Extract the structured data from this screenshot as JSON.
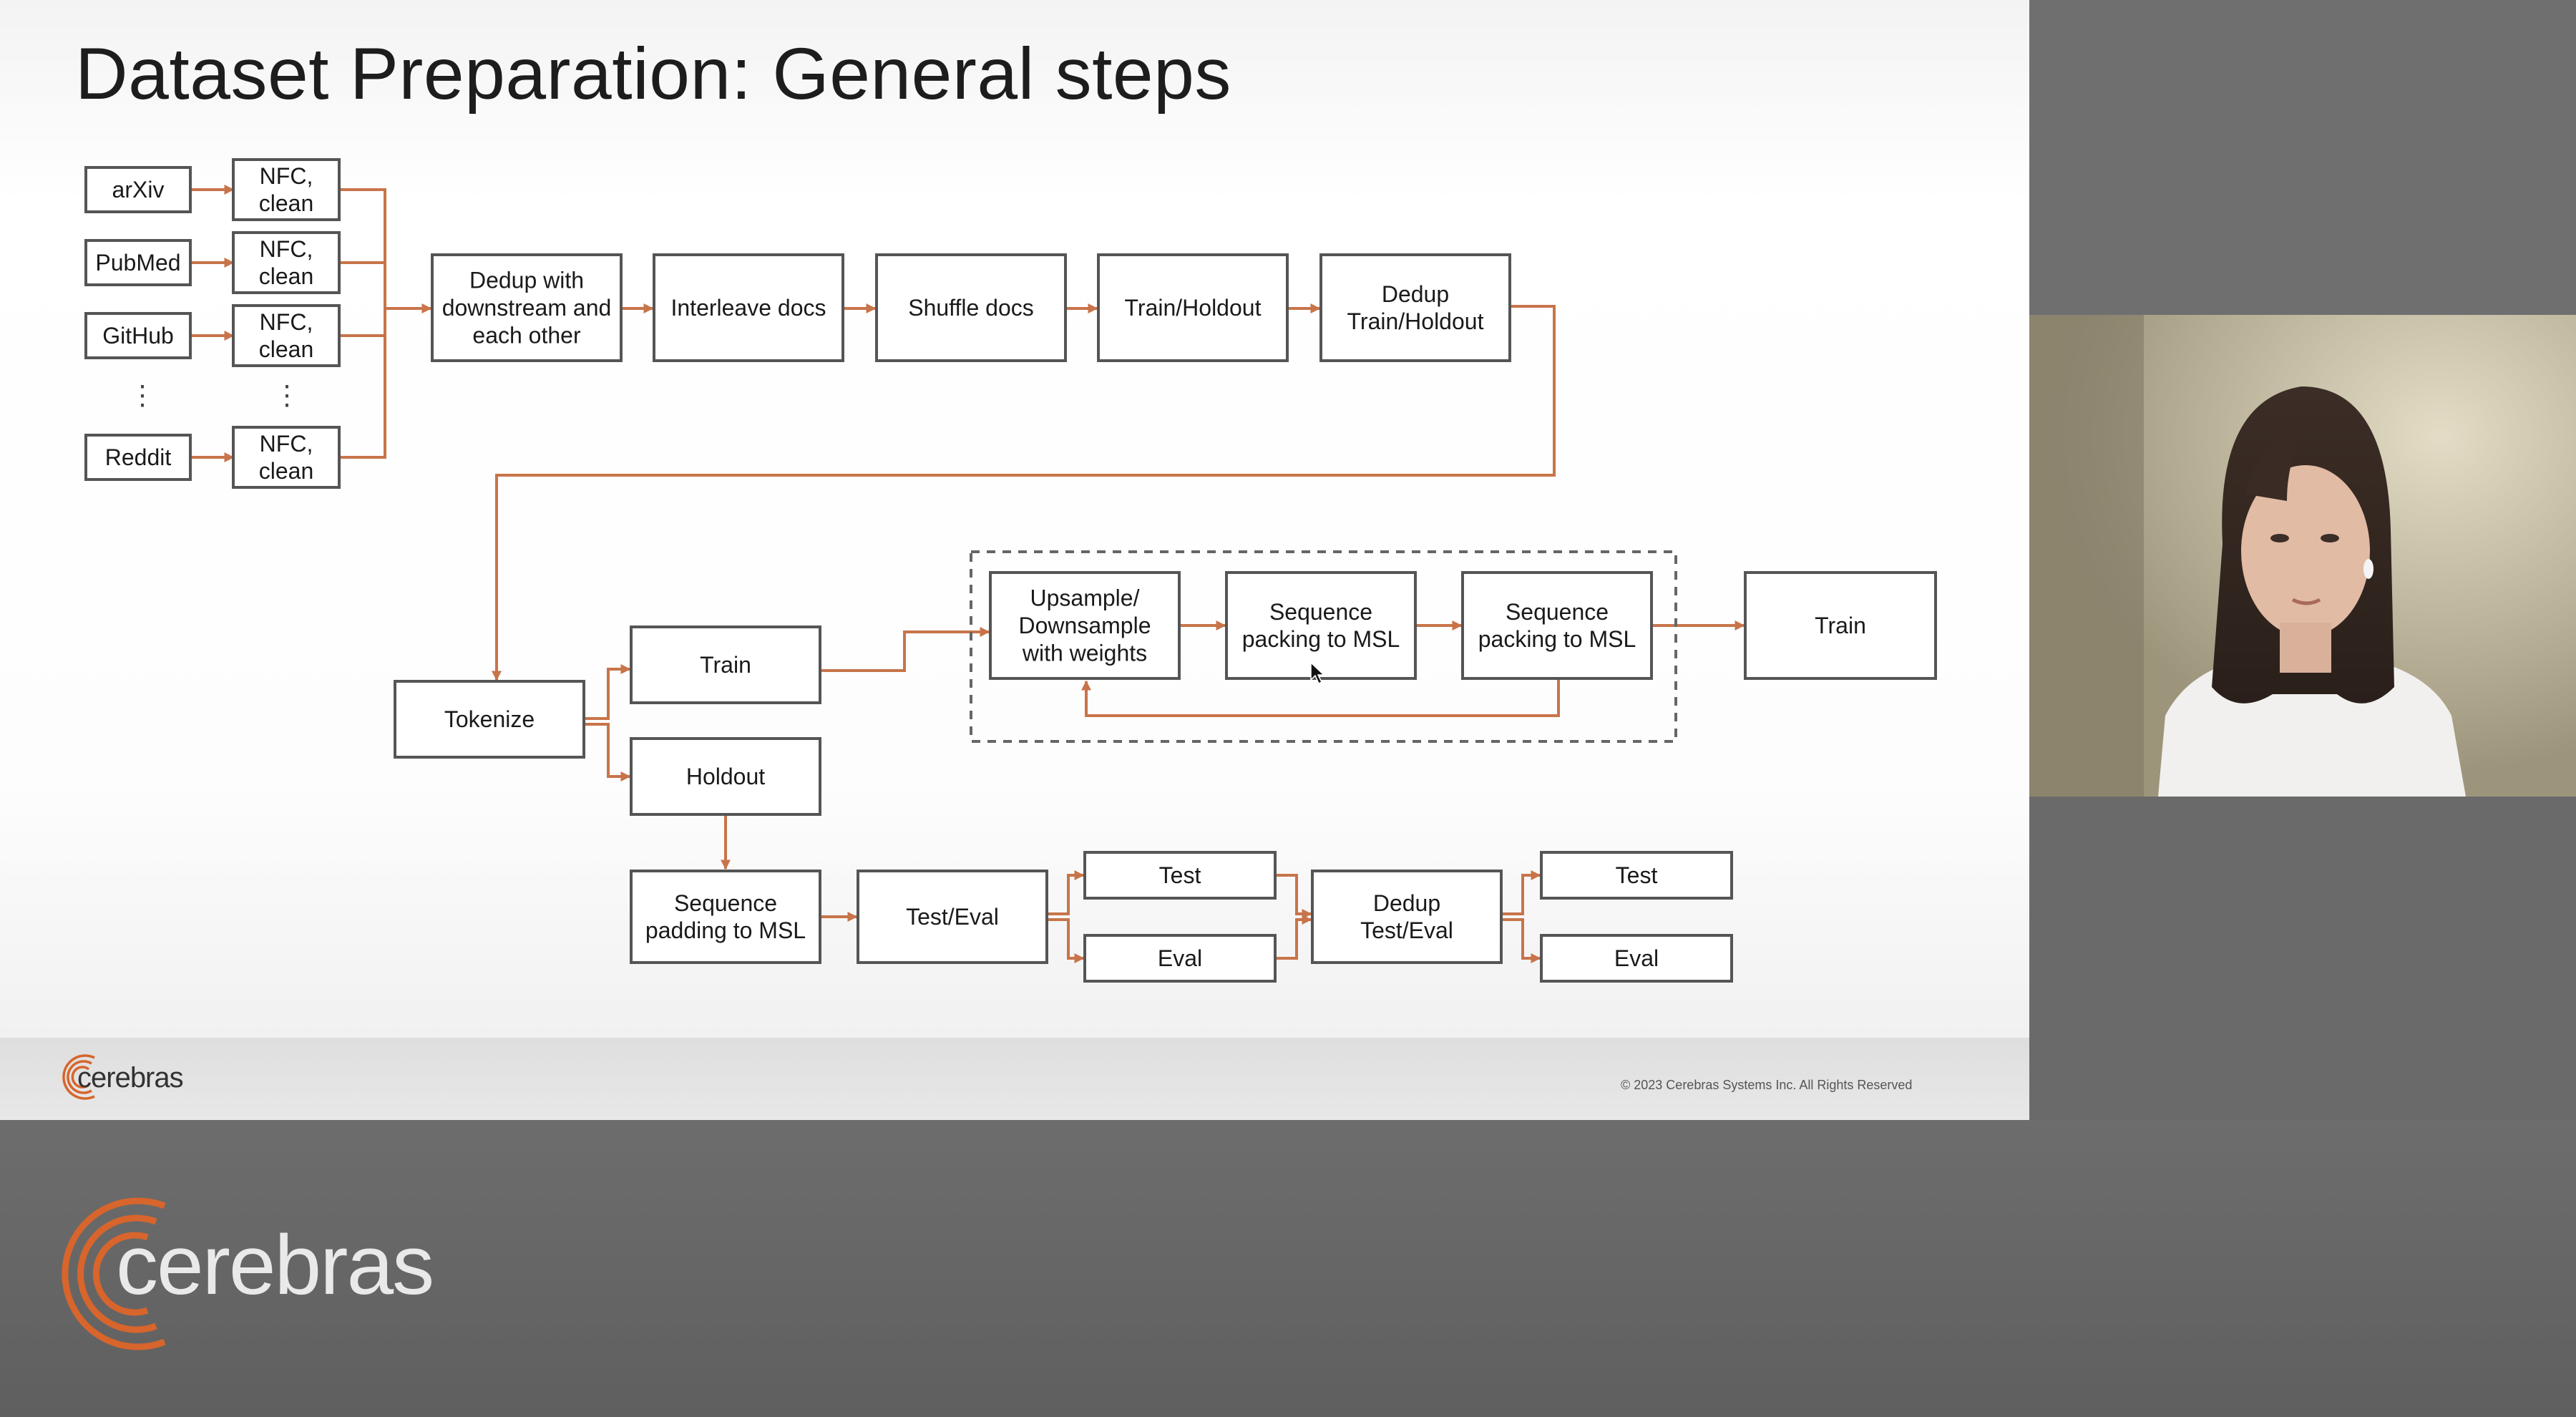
{
  "slide": {
    "title": "Dataset Preparation: General steps",
    "copyright": "© 2023 Cerebras Systems Inc. All Rights Reserved",
    "logo_text": "cerebras"
  },
  "brand": {
    "logo_text": "cerebras",
    "accent_color": "#c8744a"
  },
  "diagram": {
    "sources": [
      "arXiv",
      "PubMed",
      "GitHub",
      "Reddit"
    ],
    "source_ellipsis": "⋮",
    "normalize": [
      "NFC,",
      "clean"
    ],
    "pipeline": [
      [
        "Dedup with",
        "downstream and",
        "each other"
      ],
      [
        "Interleave docs"
      ],
      [
        "Shuffle docs"
      ],
      [
        "Train/Holdout"
      ],
      [
        "Dedup",
        "Train/Holdout"
      ]
    ],
    "tokenize": "Tokenize",
    "train": "Train",
    "holdout": "Holdout",
    "sampling": [
      "Upsample/",
      "Downsample",
      "with weights"
    ],
    "packing_1": [
      "Sequence",
      "packing to MSL"
    ],
    "packing_2": [
      "Sequence",
      "packing to MSL"
    ],
    "final_train": "Train",
    "padding": [
      "Sequence",
      "padding to MSL"
    ],
    "test_eval": "Test/Eval",
    "test_1": "Test",
    "eval_1": "Eval",
    "dedup_test_eval": [
      "Dedup",
      "Test/Eval"
    ],
    "test_2": "Test",
    "eval_2": "Eval"
  }
}
